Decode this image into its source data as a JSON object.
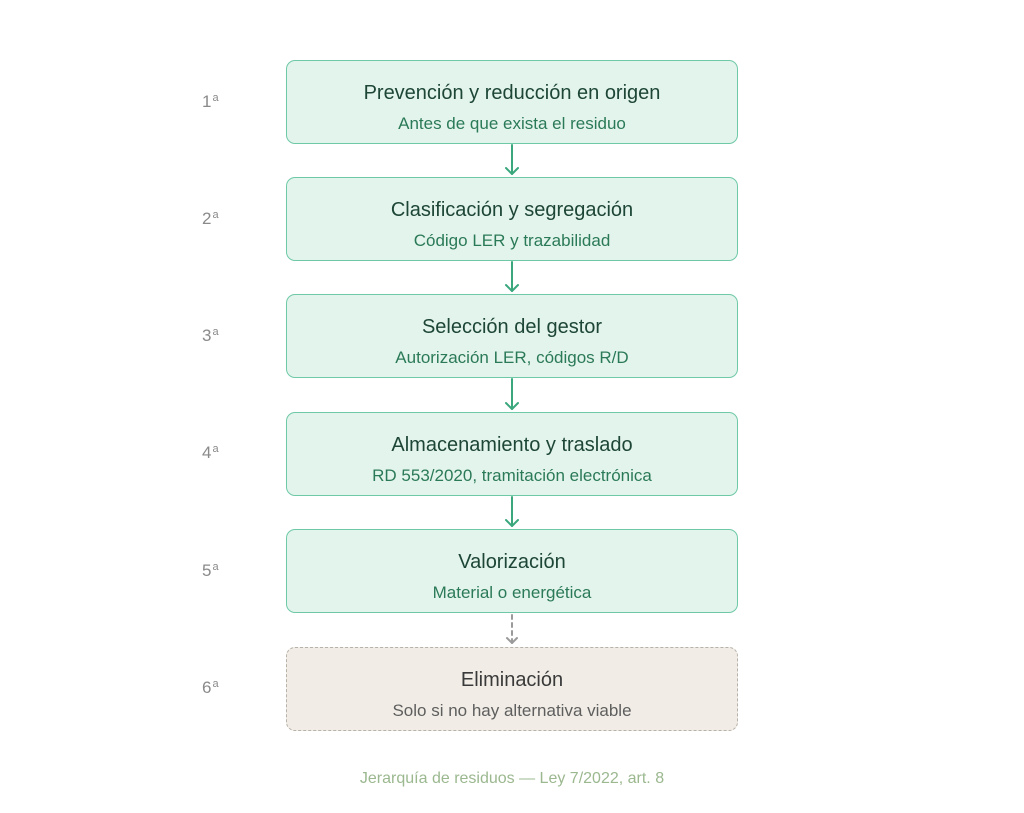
{
  "steps": [
    {
      "number": "1",
      "suffix": "a",
      "title": "Prevención y reducción en origen",
      "subtitle": "Antes de que exista el residuo"
    },
    {
      "number": "2",
      "suffix": "a",
      "title": "Clasificación y segregación",
      "subtitle": "Código LER y trazabilidad"
    },
    {
      "number": "3",
      "suffix": "a",
      "title": "Selección del gestor",
      "subtitle": "Autorización LER, códigos R/D"
    },
    {
      "number": "4",
      "suffix": "a",
      "title": "Almacenamiento y traslado",
      "subtitle": "RD 553/2020, tramitación electrónica"
    },
    {
      "number": "5",
      "suffix": "a",
      "title": "Valorización",
      "subtitle": "Material o energética"
    },
    {
      "number": "6",
      "suffix": "a",
      "title": "Eliminación",
      "subtitle": "Solo si no hay alternativa viable"
    }
  ],
  "caption": "Jerarquía de residuos — Ley 7/2022, art. 8",
  "colors": {
    "box_fill": "#e3f4ed",
    "box_border": "#6ec9a6",
    "arrow": "#3aa77c",
    "final_fill": "#f1ede6",
    "final_border": "#b7b2a9",
    "final_arrow": "#9a9a9a",
    "caption": "#9bb88f"
  }
}
